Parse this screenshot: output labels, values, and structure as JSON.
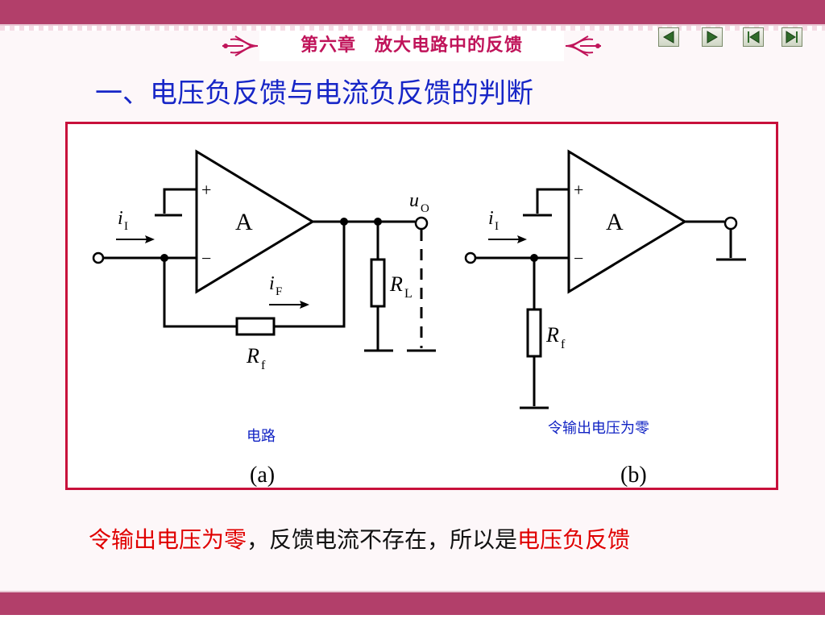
{
  "header": {
    "chapter_title": "第六章　放大电路中的反馈"
  },
  "nav": {
    "prev_label": "◀",
    "next_label": "▶",
    "first_label": "|◀",
    "last_label": "▶|"
  },
  "section": {
    "title": "一、电压负反馈与电流负反馈的判断"
  },
  "diagram": {
    "opamp_label_a": "A",
    "opamp_label_b": "A",
    "plus_sign": "+",
    "minus_sign": "−",
    "input_current_a": "i",
    "input_current_a_sub": "I",
    "input_current_b": "i",
    "input_current_b_sub": "I",
    "feedback_current": "i",
    "feedback_current_sub": "F",
    "output_voltage": "u",
    "output_voltage_sub": "O",
    "load_resistor": "R",
    "load_resistor_sub": "L",
    "feedback_resistor_a": "R",
    "feedback_resistor_a_sub": "f",
    "feedback_resistor_b": "R",
    "feedback_resistor_b_sub": "f",
    "caption_a": "(a)",
    "caption_b": "(b)",
    "note_a": "电路",
    "note_b": "令输出电压为零"
  },
  "conclusion": {
    "part1": "令输出电压为零",
    "part2": "，反馈电流不存在，所以是",
    "part3": "电压负反馈"
  },
  "colors": {
    "brand_bar": "#b23f6a",
    "title_blue": "#1726c7",
    "frame_red": "#c8103b",
    "emphasis_red": "#e00000"
  }
}
